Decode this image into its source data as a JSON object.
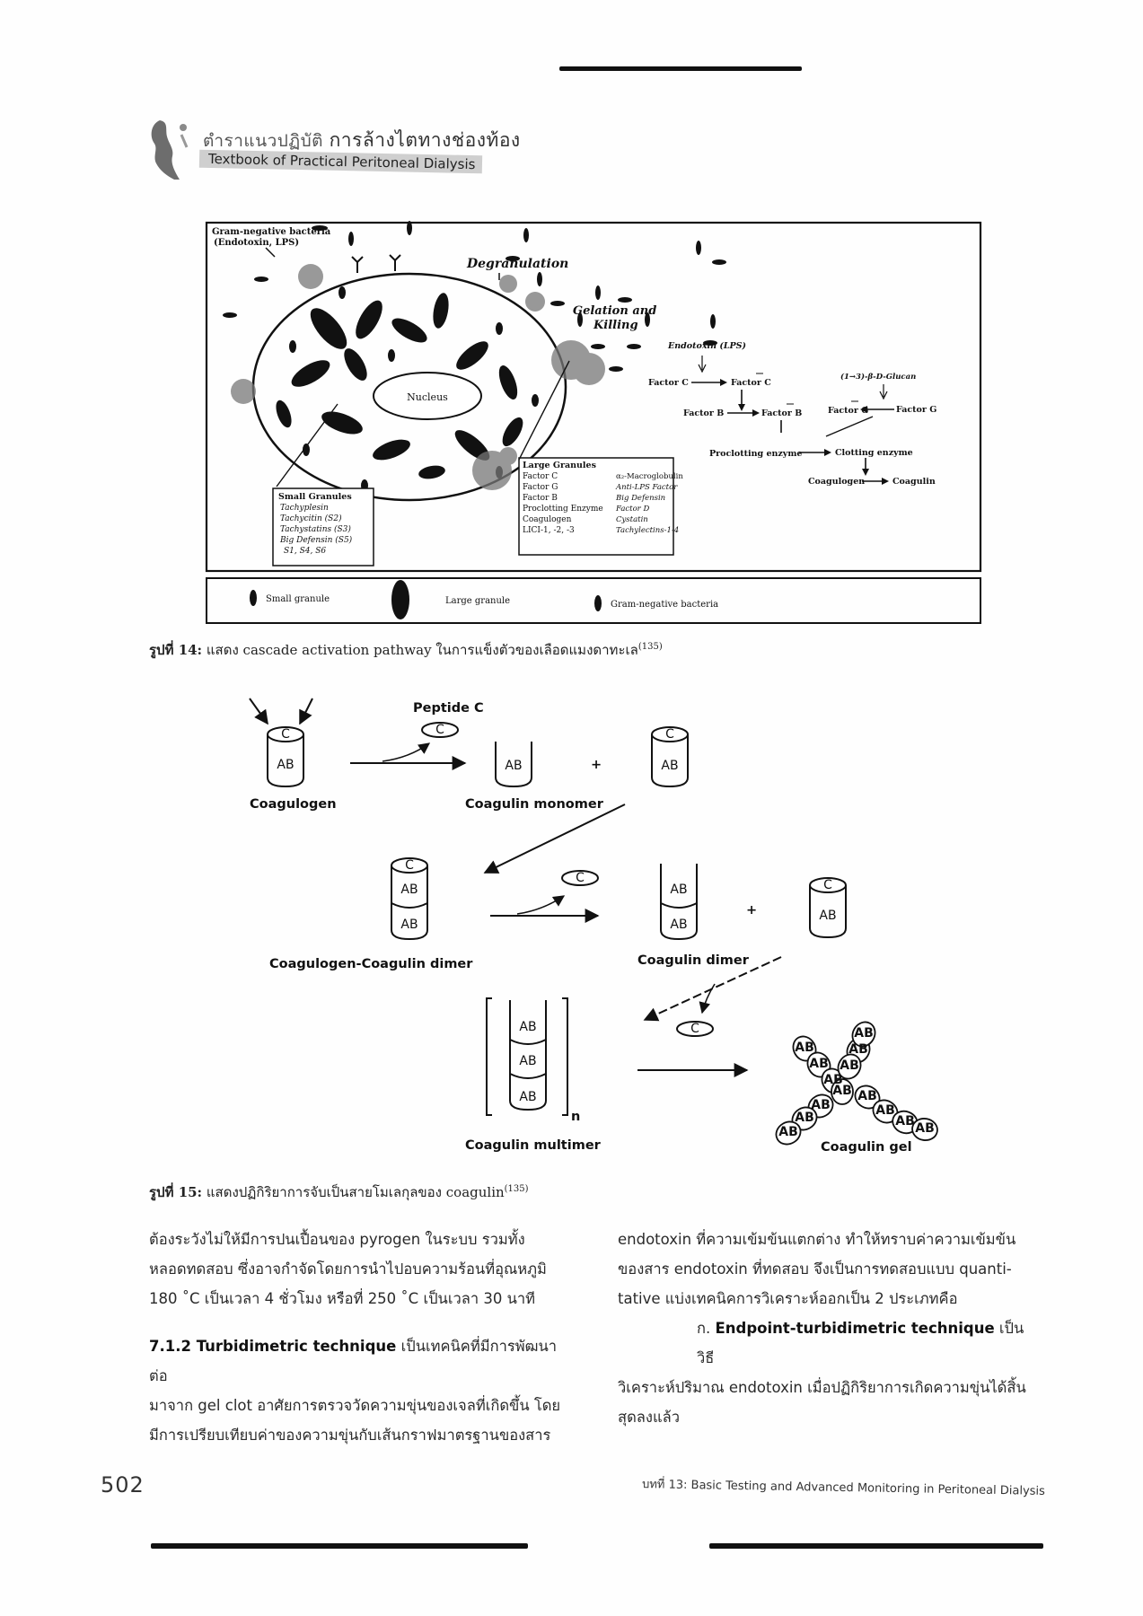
{
  "header": {
    "title_th_prefix": "ตำราแนวปฏิบัติ",
    "title_th": "การล้างไตทางช่องท้อง",
    "title_en": "Textbook of Practical Peritoneal Dialysis"
  },
  "figure14": {
    "gram_negative_label": "Gram-negative bacteria",
    "gram_negative_sub": "(Endotoxin, LPS)",
    "degranulation": "Degranulation",
    "gelation": "Gelation and",
    "killing": "Killing",
    "nucleus": "Nucleus",
    "pathway": {
      "endotoxin": "Endotoxin (LPS)",
      "factor_c": "Factor C",
      "factor_c_active": "Factor C",
      "factor_b": "Factor B",
      "factor_b_active": "Factor B",
      "glucan": "(1→3)-β-D-Glucan",
      "factor_g_active": "Factor G",
      "factor_g": "Factor G",
      "proclotting": "Proclotting enzyme",
      "clotting": "Clotting enzyme",
      "coagulogen": "Coagulogen",
      "coagulin": "Coagulin"
    },
    "small_granules": {
      "title": "Small Granules",
      "items": [
        "Tachyplesin",
        "Tachycitin (S2)",
        "Tachystatins (S3)",
        "Big Defensin (S5)",
        "S1, S4, S6"
      ]
    },
    "large_granules": {
      "title": "Large Granules",
      "col1": [
        "Factor C",
        "Factor G",
        "Factor B",
        "Proclotting Enzyme",
        "Coagulogen",
        "LICI-1, -2, -3"
      ],
      "col2": [
        "α₂-Macroglobulin",
        "Anti-LPS Factor",
        "Big Defensin",
        "Factor D",
        "Cystatin",
        "Tachylectins-1-4"
      ]
    },
    "legend": {
      "small": "Small granule",
      "large": "Large granule",
      "gram": "Gram-negative bacteria"
    },
    "caption_label": "รูปที่ 14:",
    "caption_text": "แสดง cascade activation pathway ในการแข็งตัวของเลือดแมงดาทะเล",
    "caption_ref": "(135)"
  },
  "figure15": {
    "peptide_c": "Peptide C",
    "c": "C",
    "ab": "AB",
    "plus": "+",
    "n": "n",
    "coagulogen": "Coagulogen",
    "coagulin_monomer": "Coagulin monomer",
    "dimer_cc": "Coagulogen-Coagulin dimer",
    "coagulin_dimer": "Coagulin dimer",
    "coagulin_multimer": "Coagulin multimer",
    "coagulin_gel": "Coagulin gel",
    "caption_label": "รูปที่ 15:",
    "caption_text": "แสดงปฏิกิริยาการจับเป็นสายโมเลกุลของ coagulin",
    "caption_ref": "(135)"
  },
  "text": {
    "left_p1": [
      "ต้องระวังไม่ให้มีการปนเปื้อนของ pyrogen ในระบบ รวมทั้ง",
      "หลอดทดสอบ ซึ่งอาจกำจัดโดยการนำไปอบความร้อนที่อุณหภูมิ",
      "180 ˚C เป็นเวลา 4 ชั่วโมง หรือที่ 250 ˚C เป็นเวลา 30 นาที"
    ],
    "left_p2_heading": "7.1.2 Turbidimetric technique",
    "left_p2": [
      "เป็นเทคนิคที่มีการพัฒนาต่อ",
      "มาจาก gel clot อาศัยการตรวจวัดความขุ่นของเจลที่เกิดขึ้น โดย",
      "มีการเปรียบเทียบค่าของความขุ่นกับเส้นกราฟมาตรฐานของสาร"
    ],
    "right_p1": [
      "endotoxin ที่ความเข้มข้นแตกต่าง ทำให้ทราบค่าความเข้มข้น",
      "ของสาร endotoxin ที่ทดสอบ จึงเป็นการทดสอบแบบ quanti-",
      "tative แบ่งเทคนิคการวิเคราะห์ออกเป็น 2 ประเภทคือ"
    ],
    "right_p2_prefix": "ก.",
    "right_p2_heading": "Endpoint-turbidimetric technique",
    "right_p2_rest": "เป็นวิธี",
    "right_p2": [
      "วิเคราะห์ปริมาณ endotoxin เมื่อปฏิกิริยาการเกิดความขุ่นได้สิ้น",
      "สุดลงแล้ว"
    ]
  },
  "footer": {
    "page_number": "502",
    "chapter": "บทที่ 13: Basic Testing and Advanced Monitoring in Peritoneal Dialysis"
  }
}
